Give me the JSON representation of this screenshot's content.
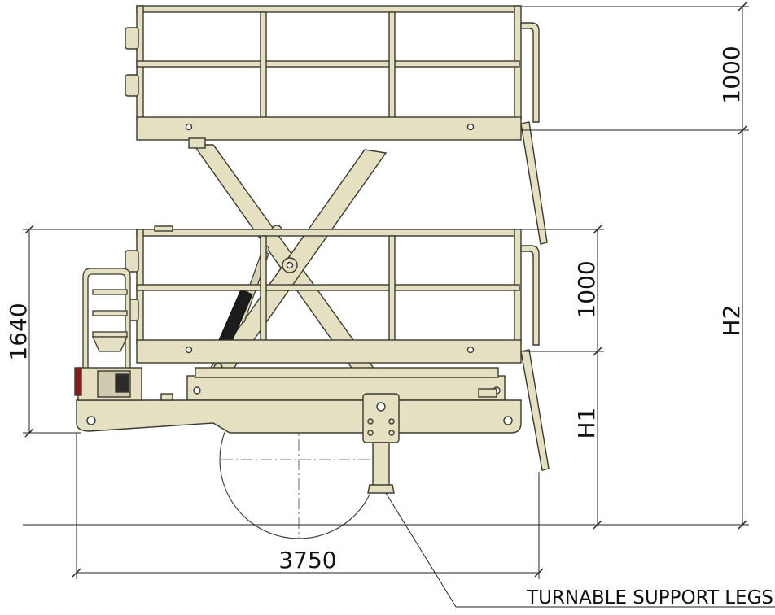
{
  "dimensions": {
    "upper_rail_height": "1000",
    "lower_rail_height": "1000",
    "overall_height": "1640",
    "platform_height_raised": "H2",
    "platform_height_lowered": "H1",
    "overall_length": "3750"
  },
  "callout": {
    "label": "TURNABLE SUPPORT LEGS"
  },
  "colors": {
    "body_fill": "#e5e0c2",
    "line": "#3a3a30",
    "dimension_line": "#222222"
  }
}
